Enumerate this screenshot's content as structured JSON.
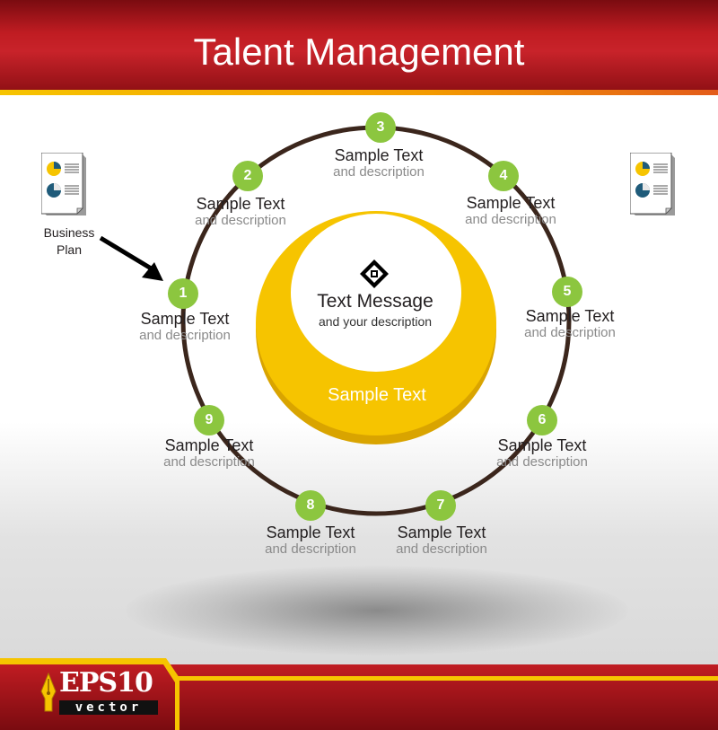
{
  "header": {
    "title": "Talent Management"
  },
  "center": {
    "title": "Text Message",
    "description": "and your description",
    "ring_label": "Sample Text",
    "icon": "diamond-icon",
    "ring_color": "#f6c400"
  },
  "side": {
    "business_plan": "Business\nPlan"
  },
  "steps": [
    {
      "number": "1",
      "title": "Sample Text",
      "description": "and description"
    },
    {
      "number": "2",
      "title": "Sample Text",
      "description": "and description"
    },
    {
      "number": "3",
      "title": "Sample Text",
      "description": "and description"
    },
    {
      "number": "4",
      "title": "Sample Text",
      "description": "and description"
    },
    {
      "number": "5",
      "title": "Sample Text",
      "description": "and description"
    },
    {
      "number": "6",
      "title": "Sample Text",
      "description": "and description"
    },
    {
      "number": "7",
      "title": "Sample Text",
      "description": "and description"
    },
    {
      "number": "8",
      "title": "Sample Text",
      "description": "and description"
    },
    {
      "number": "9",
      "title": "Sample Text",
      "description": "and description"
    }
  ],
  "footer": {
    "badge": "EPS10",
    "badge_sub": "vector"
  },
  "colors": {
    "accent_red": "#c01c22",
    "accent_yellow": "#f6c400",
    "node_green": "#8cc63f"
  }
}
